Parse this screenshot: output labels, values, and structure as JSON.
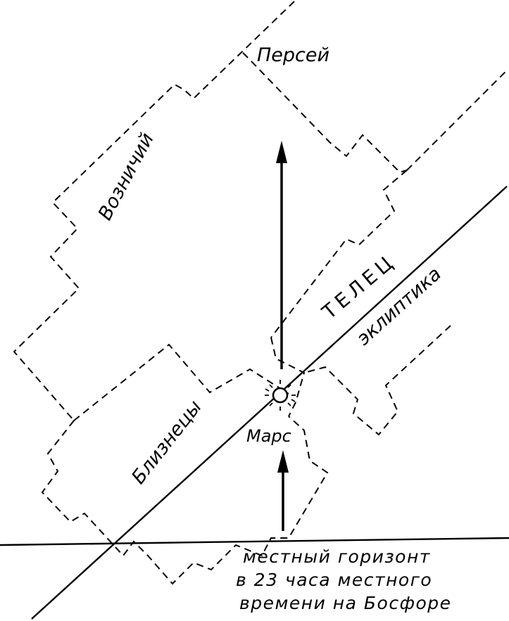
{
  "labels": {
    "perseus": "Персей",
    "auriga": "Возничий",
    "taurus": "ТЕЛЕЦ",
    "gemini": "Близнецы",
    "ecliptic": "эклиптика",
    "mars": "Марс"
  },
  "caption": {
    "line1": "местный горизонт",
    "line2": "в 23 часа местного",
    "line3": "времени на Босфоре"
  }
}
